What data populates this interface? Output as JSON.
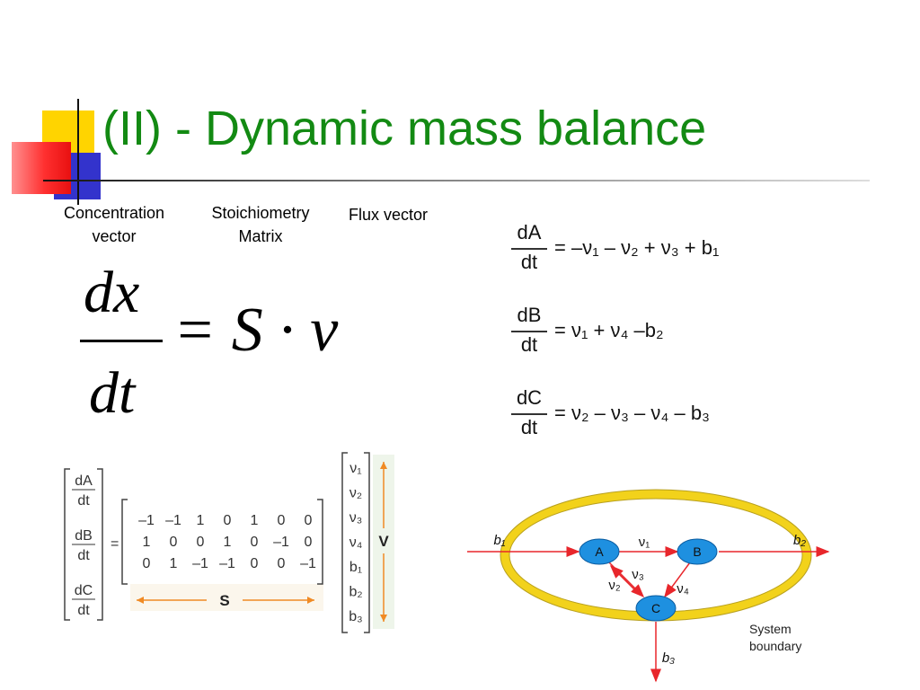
{
  "slide": {
    "title": "(II) - Dynamic mass balance",
    "labels": {
      "concentration": [
        "Concentration",
        "vector"
      ],
      "stoichiometry": [
        "Stoichiometry",
        "Matrix"
      ],
      "flux": "Flux vector"
    },
    "main_equation": {
      "numerator": "dx",
      "denominator": "dt",
      "rhs": "= S · v"
    },
    "balance_equations": [
      {
        "num": "dA",
        "den": "dt",
        "rhs": "= –ν₁ – ν₂ + ν₃ + b₁"
      },
      {
        "num": "dB",
        "den": "dt",
        "rhs": "= ν₁ + ν₄ –b₂"
      },
      {
        "num": "dC",
        "den": "dt",
        "rhs": "= ν₂ – ν₃ – ν₄ – b₃"
      }
    ],
    "matrix_figure": {
      "lhs": [
        [
          "dA",
          "dt"
        ],
        [
          "dB",
          "dt"
        ],
        [
          "dC",
          "dt"
        ]
      ],
      "equals": "=",
      "rows": [
        [
          "–1",
          "–1",
          "1",
          "0",
          "1",
          "0",
          "0"
        ],
        [
          "1",
          "0",
          "0",
          "1",
          "0",
          "–1",
          "0"
        ],
        [
          "0",
          "1",
          "–1",
          "–1",
          "0",
          "0",
          "–1"
        ]
      ],
      "s_label": "S",
      "vector": [
        "ν₁",
        "ν₂",
        "ν₃",
        "ν₄",
        "b₁",
        "b₂",
        "b₃"
      ],
      "v_label": "V"
    },
    "network_figure": {
      "nodes": [
        "A",
        "B",
        "C"
      ],
      "fluxes": [
        "ν₁",
        "ν₂",
        "ν₃",
        "ν₄"
      ],
      "exchanges": [
        "b₁",
        "b₂",
        "b₃"
      ],
      "boundary_label": [
        "System",
        "boundary"
      ]
    }
  },
  "colors": {
    "title": "#138a13",
    "ring": "#f2d21b",
    "arrow": "#e8262b",
    "node": "#1e90e0",
    "orange_arrow": "#f08a24"
  }
}
